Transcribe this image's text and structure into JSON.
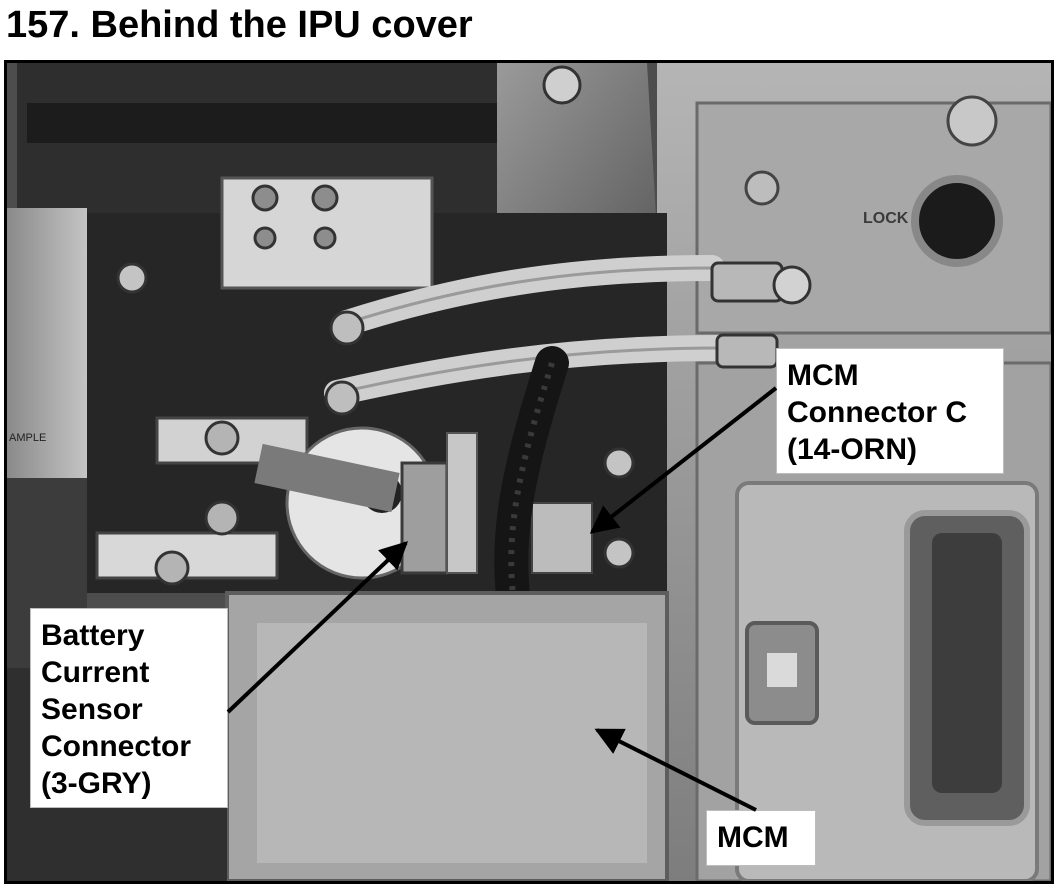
{
  "title": "157. Behind the IPU cover",
  "callouts": {
    "mcm_connector_c": "MCM\nConnector C\n(14-ORN)",
    "battery_current_sensor": "Battery\nCurrent\nSensor\nConnector\n(3-GRY)",
    "mcm": "MCM"
  },
  "photo_labels": {
    "sample_tag": "AMPLE",
    "lock_mark": "LOCK"
  }
}
